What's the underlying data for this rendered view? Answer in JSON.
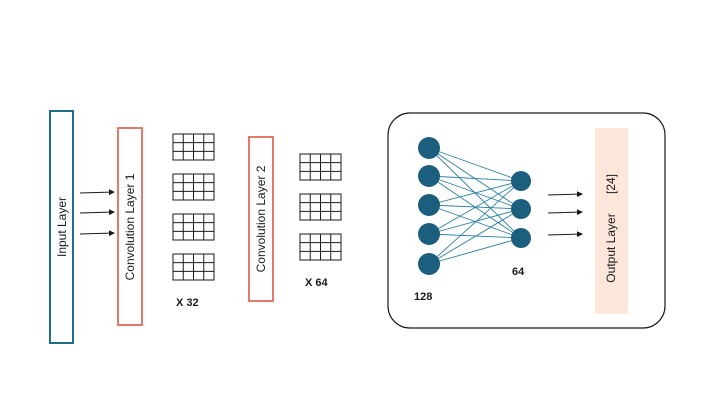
{
  "layers": {
    "input": {
      "label": "Input Layer",
      "color": "#1f6f8b"
    },
    "conv1": {
      "label": "Convolution Layer 1",
      "color": "#e07a6a",
      "multiplier": "X 32"
    },
    "conv2": {
      "label": "Convolution Layer 2",
      "color": "#e07a6a",
      "multiplier": "X 64"
    },
    "dense": {
      "hidden_count": "128",
      "second_count": "64",
      "node_color": "#1b5e7e",
      "edge_color": "#2d7fa0"
    },
    "output": {
      "label": "Output Layer",
      "size": "[24]",
      "fill": "#fde6da"
    }
  }
}
